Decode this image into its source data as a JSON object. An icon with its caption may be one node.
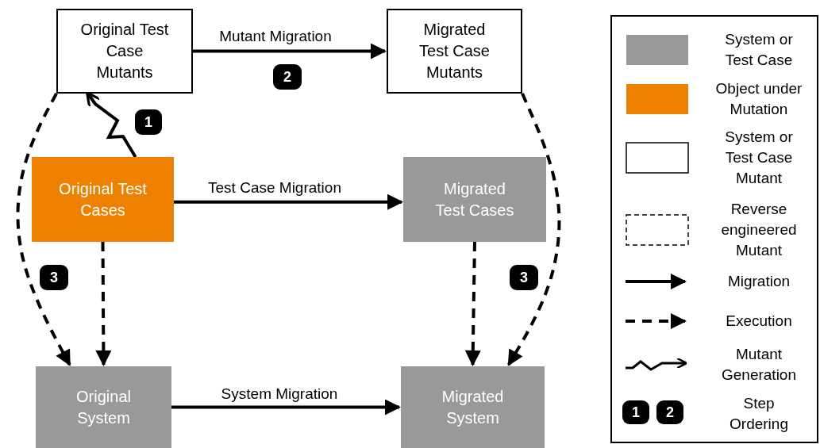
{
  "diagram": {
    "nodes": [
      {
        "text": [
          "Original Test Case Mutants"
        ]
      },
      {
        "text": [
          "Migrated Test Case Mutants"
        ]
      },
      {
        "text": [
          "Original Test Cases"
        ]
      },
      {
        "text": [
          "Migrated Test Cases"
        ]
      },
      {
        "text": [
          "Original System"
        ]
      },
      {
        "text": [
          "Migrated System"
        ]
      }
    ],
    "edges": [
      {
        "from": 0,
        "to": 1,
        "arrow": "to",
        "label": "Mutant Migration"
      },
      {
        "from": 2,
        "to": 0,
        "arrow": "to"
      },
      {
        "from": 2,
        "to": 3,
        "arrow": "to",
        "label": "Test Case Migration"
      },
      {
        "from": 0,
        "to": 4,
        "arrow": "to",
        "style": "dashed"
      },
      {
        "from": 2,
        "to": 4,
        "arrow": "to",
        "style": "dashed"
      },
      {
        "from": 3,
        "to": 5,
        "arrow": "to",
        "style": "dashed"
      },
      {
        "from": 1,
        "to": 5,
        "arrow": "to",
        "style": "dashed"
      },
      {
        "from": 4,
        "to": 5,
        "arrow": "to",
        "label": "System Migration"
      }
    ],
    "labels": [
      "2",
      "1",
      "3",
      "3",
      "1",
      "2"
    ],
    "legend": [
      {
        "text": "System or Test Case",
        "color": "#999999"
      },
      {
        "text": "Object under Mutation",
        "color": "#ee8200"
      },
      {
        "text": "System or Test Case Mutant",
        "color": "#ffffff"
      },
      {
        "text": "Reverse engineered Mutant"
      },
      {
        "text": "Migration"
      },
      {
        "text": "Execution"
      },
      {
        "text": "Mutant Generation"
      },
      {
        "text": "Step Ordering"
      }
    ]
  }
}
